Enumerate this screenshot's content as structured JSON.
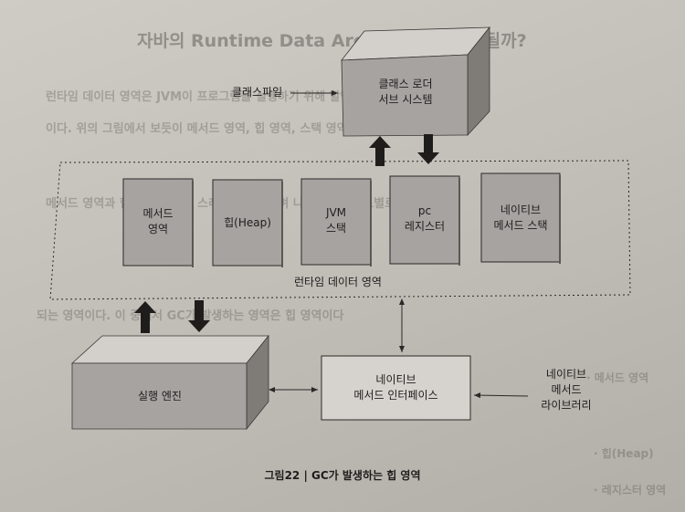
{
  "background_text": {
    "heading": "자바의 Runtime Data Area는 어떻게 구성될까?",
    "lines": [
      "런타임 데이터 영역은 JVM이 프로그램을 실행하기 위해 할당받는 메모리 영역",
      "이다. 위의 그림에서 보듯이 메서드 영역, 힙 영역, 스택 영역 등으로 구분된다",
      "메서드 영역과 힙 영역은 모든 스레드가 공유하며 나머지는 스레드별로 생성",
      "되는 영역이다. 이 중에서 GC가 발생하는 영역은 힙 영역이다",
      "· 메서드 영역",
      "· 힙(Heap)",
      "· 레지스터 영역"
    ]
  },
  "diagram": {
    "class_file": "클래스파일",
    "class_loader": [
      "클래스 로더",
      "서브 시스템"
    ],
    "runtime_area": "런타임 데이터 영역",
    "areas": [
      [
        "메서드",
        "영역"
      ],
      [
        "힙(Heap)"
      ],
      [
        "JVM",
        "스택"
      ],
      [
        "pc",
        "레지스터"
      ],
      [
        "네이티브",
        "메서드 스택"
      ]
    ],
    "execution_engine": "실행 엔진",
    "native_interface": [
      "네이티브",
      "메서드 인터페이스"
    ],
    "native_library": [
      "네이티브",
      "메서드",
      "라이브러리"
    ]
  },
  "caption": "그림22 | GC가 발생하는 힙 영역",
  "colors": {
    "box_fill": "#a7a3a0",
    "box_top": "#d3d0cc",
    "box_side": "#7f7b77",
    "ink": "#1e1d1c",
    "arrow": "#2a2827"
  }
}
